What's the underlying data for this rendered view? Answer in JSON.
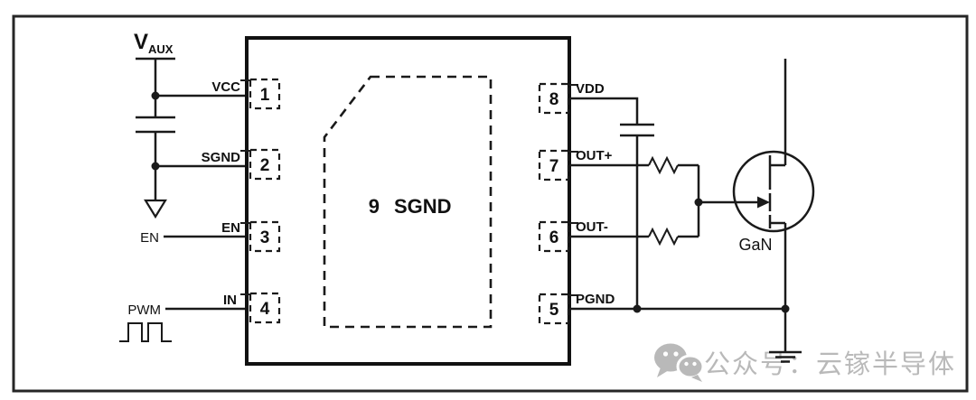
{
  "figure": {
    "supply": {
      "main": "V",
      "sub": "AUX"
    },
    "inputs": {
      "en_label": "EN",
      "pwm_label": "PWM"
    },
    "chip": {
      "pad_number": "9",
      "pad_name": "SGND",
      "left_pins": [
        {
          "number": "1",
          "label": "VCC"
        },
        {
          "number": "2",
          "label": "SGND"
        },
        {
          "number": "3",
          "label": "EN"
        },
        {
          "number": "4",
          "label": "IN"
        }
      ],
      "right_pins": [
        {
          "number": "8",
          "label": "VDD"
        },
        {
          "number": "7",
          "label": "OUT+"
        },
        {
          "number": "6",
          "label": "OUT-"
        },
        {
          "number": "5",
          "label": "PGND"
        }
      ]
    },
    "transistor": {
      "label": "GaN"
    },
    "watermark": {
      "text": "公众号：云镓半导体"
    },
    "colors": {
      "line": "#1a1a1a",
      "watermark": "#b9b9b9",
      "background": "#ffffff"
    }
  }
}
